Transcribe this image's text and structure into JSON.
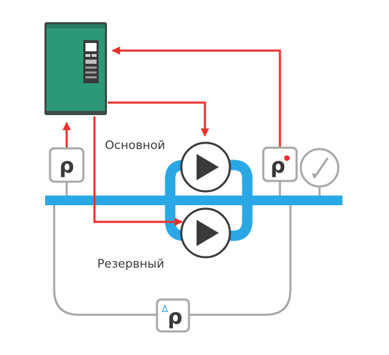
{
  "labels": {
    "main_pump": "Основной",
    "reserve_pump": "Резервный"
  },
  "sensors": {
    "pressure_inlet": "ρ",
    "pressure_outlet": "ρ",
    "differential": "ρ",
    "differential_prefix": "Δ"
  },
  "icons": {
    "vfd": "frequency-converter-icon",
    "pump": "pump-icon",
    "gauge": "manometer-icon"
  },
  "colors": {
    "pipe": "#2aa8e6",
    "signal": "#e8302a",
    "vfd_body": "#2b9878",
    "line": "#a7a7a7",
    "text": "#3a3a3a",
    "alarm_dot": "#e8302a"
  }
}
